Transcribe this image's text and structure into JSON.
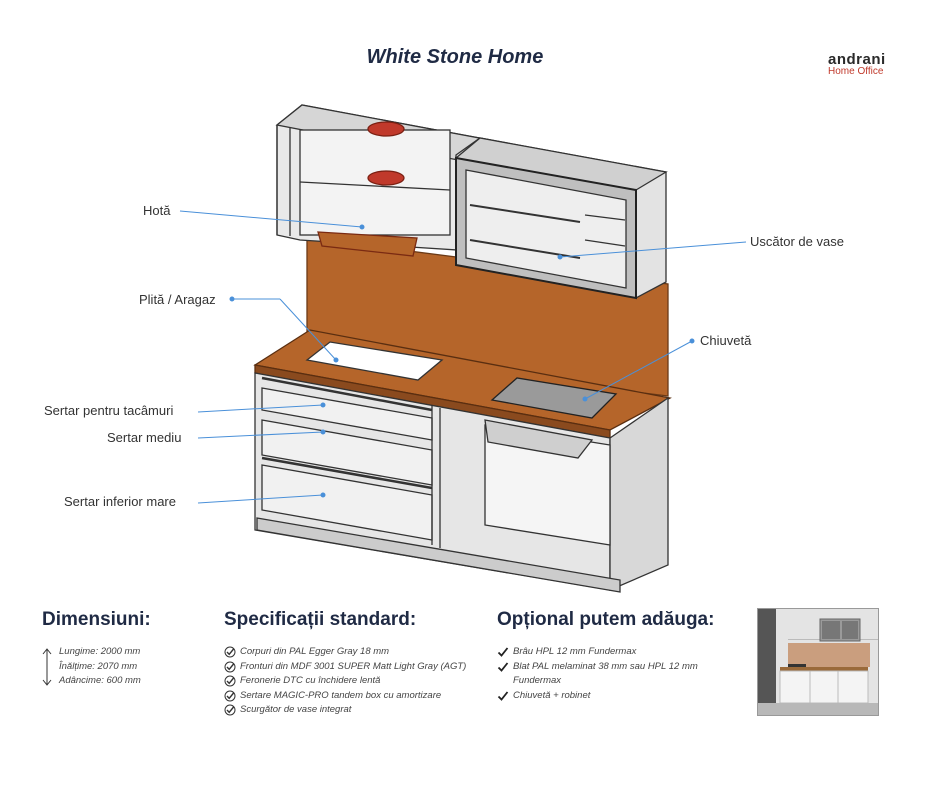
{
  "header": {
    "title": "White Stone Home"
  },
  "logo": {
    "name": "andrani",
    "tagline": "Home Office"
  },
  "callouts": {
    "hota": "Hotă",
    "plita": "Plită / Aragaz",
    "sertar_tacamuri": "Sertar pentru tacâmuri",
    "sertar_mediu": "Sertar mediu",
    "sertar_inferior": "Sertar inferior mare",
    "uscator": "Uscător de vase",
    "chiuveta": "Chiuvetă"
  },
  "dimensions": {
    "title": "Dimensiuni:",
    "items": [
      "Lungime: 2000 mm",
      "Înălțime: 2070 mm",
      "Adâncime: 600 mm"
    ]
  },
  "specs": {
    "title": "Specificații standard:",
    "items": [
      "Corpuri din PAL Egger Gray 18 mm",
      "Fronturi din MDF 3001 SUPER Matt Light Gray (AGT)",
      "Feronerie DTC cu închidere lentă",
      "Sertare MAGIC-PRO tandem box cu amortizare",
      "Scurgător de vase integrat"
    ]
  },
  "optional": {
    "title": "Opțional putem adăuga:",
    "items": [
      "Brâu HPL 12 mm Fundermax",
      "Blat PAL melaminat 38 mm sau HPL 12 mm Fundermax",
      "Chiuvetă + robinet"
    ]
  },
  "colors": {
    "accent_line": "#4a90d9",
    "wood": "#b5652a",
    "heading": "#1f2a44",
    "logo_red": "#c0392b"
  },
  "icons": [
    "check-circle-icon",
    "check-icon",
    "double-arrow-icon"
  ]
}
